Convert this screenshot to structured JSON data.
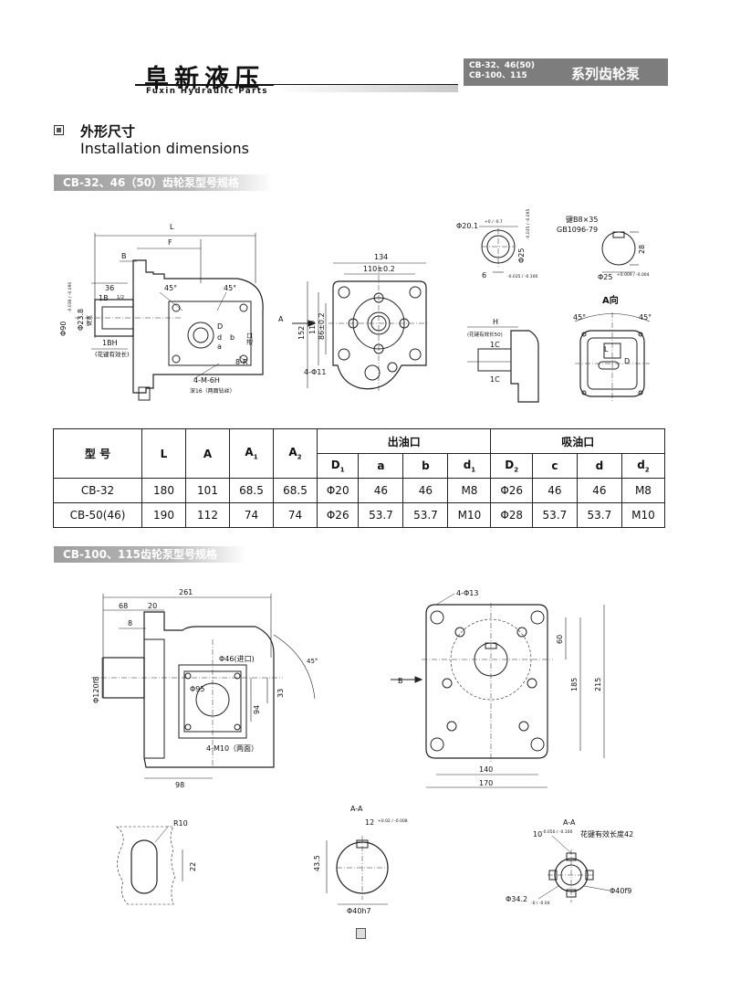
{
  "header": {
    "brand": "阜新液压",
    "brand_en": "Fuxin Hydraulic Parts",
    "models_line1": "CB-32、46(50)",
    "models_line2": "CB-100、115",
    "series_title": "系列齿轮泵"
  },
  "section": {
    "title_zh": "外形尺寸",
    "title_en": "Installation dimensions"
  },
  "bar1": "CB-32、46（50）齿轮泵型号规格",
  "bar2": "CB-100、115齿轮泵型号规格",
  "fig1": {
    "L": "L",
    "F": "F",
    "B": "B",
    "d36": "36",
    "d1B": "1B",
    "d1Bsup": "1/2",
    "phi90": "Φ90",
    "phi90tol": "-0.036 / -0.090",
    "phi238": "Φ23.8",
    "zhijian": "键宽",
    "d1BH": "1BH",
    "huajian": "(花键有效长)",
    "a45l": "45°",
    "a45r": "45°",
    "D": "D",
    "d": "d",
    "a": "a",
    "b": "b",
    "jinkou": "进口",
    "d8R": "8-R",
    "m6h": "4-M-6H",
    "shen16": "深16（两面钻丝）",
    "arrowA": "A",
    "d134": "134",
    "d110": "110±0.2",
    "d152": "152",
    "d110v": "110",
    "d86": "86±0.2",
    "d11": "4-Φ11",
    "phi201": "Φ20.1",
    "phi201tol": "+0 / -0.7",
    "phi25": "Φ25",
    "phi25tol": "-0.035 / -0.095",
    "d6": "6",
    "d6tol": "-0.035 / -0.100",
    "jian": "键B8×35",
    "gb": "GB1096-79",
    "d28": "28",
    "phi25b": "Φ25",
    "phi25btol": "+0.009 / -0.004",
    "H": "H",
    "hjtext": "(花键有效长50)",
    "d1C": "1C",
    "d1C2": "1C",
    "aview": "A向",
    "a45l2": "45°",
    "a45r2": "45°",
    "L2": "L",
    "D2": "D"
  },
  "table": {
    "h_model": "型 号",
    "h_L": "L",
    "h_A": "A",
    "h_A1": "A",
    "h_A1s": "1",
    "h_A2": "A",
    "h_A2s": "2",
    "g_out": "出油口",
    "g_in": "吸油口",
    "sub": [
      {
        "t": "D",
        "s": "1"
      },
      {
        "t": "a",
        "s": ""
      },
      {
        "t": "b",
        "s": ""
      },
      {
        "t": "d",
        "s": "1"
      },
      {
        "t": "D",
        "s": "2"
      },
      {
        "t": "c",
        "s": ""
      },
      {
        "t": "d",
        "s": ""
      },
      {
        "t": "d",
        "s": "2"
      }
    ],
    "rows": [
      [
        "CB-32",
        "180",
        "101",
        "68.5",
        "68.5",
        "Φ20",
        "46",
        "46",
        "M8",
        "Φ26",
        "46",
        "46",
        "M8"
      ],
      [
        "CB-50(46)",
        "190",
        "112",
        "74",
        "74",
        "Φ26",
        "53.7",
        "53.7",
        "M10",
        "Φ28",
        "53.7",
        "53.7",
        "M10"
      ]
    ]
  },
  "fig2": {
    "d261": "261",
    "d68": "68",
    "d20": "20",
    "d8": "8",
    "phi120": "Φ120f8",
    "phi46": "Φ46(进口)",
    "phi95": "Φ95",
    "d94": "94",
    "d33": "33",
    "a45": "45°",
    "m10": "4-M10（两面）",
    "d98": "98",
    "phi13": "4-Φ13",
    "arrowB": "B",
    "d60": "60",
    "d185": "185",
    "d215": "215",
    "d140": "140",
    "d170": "170",
    "R10": "R10",
    "d22": "22",
    "AA1": "A-A",
    "d12": "12",
    "d12tol": "+0.02 / -0.008",
    "d435": "43.5",
    "phi40h7": "Φ40h7",
    "AA2": "A-A",
    "d10": "10",
    "d10tol": "-0.050 / -0.100",
    "hjl": "花键有效长度42",
    "phi342": "Φ34.2",
    "phi342tol": "-0 / -0.04",
    "phi40f9": "Φ40f9"
  }
}
